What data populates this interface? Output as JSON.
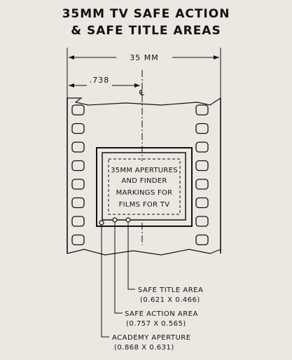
{
  "title": {
    "line1": "35MM TV SAFE ACTION",
    "line2": "& SAFE TITLE AREAS"
  },
  "dimensions": {
    "width_label": "35 MM",
    "offset_label": ".738",
    "centerline_symbol": "℄"
  },
  "inner_text": [
    "35MM APERTURES",
    "AND FINDER",
    "MARKINGS FOR",
    "FILMS FOR TV"
  ],
  "callouts": {
    "safe_title": {
      "name": "SAFE TITLE AREA",
      "dims": "(0.621 X 0.466)"
    },
    "safe_action": {
      "name": "SAFE ACTION AREA",
      "dims": "(0.757 X 0.565)"
    },
    "academy": {
      "name": "ACADEMY APERTURE",
      "dims": "(0.868 X 0.631)"
    }
  },
  "perforations_per_side": 8
}
